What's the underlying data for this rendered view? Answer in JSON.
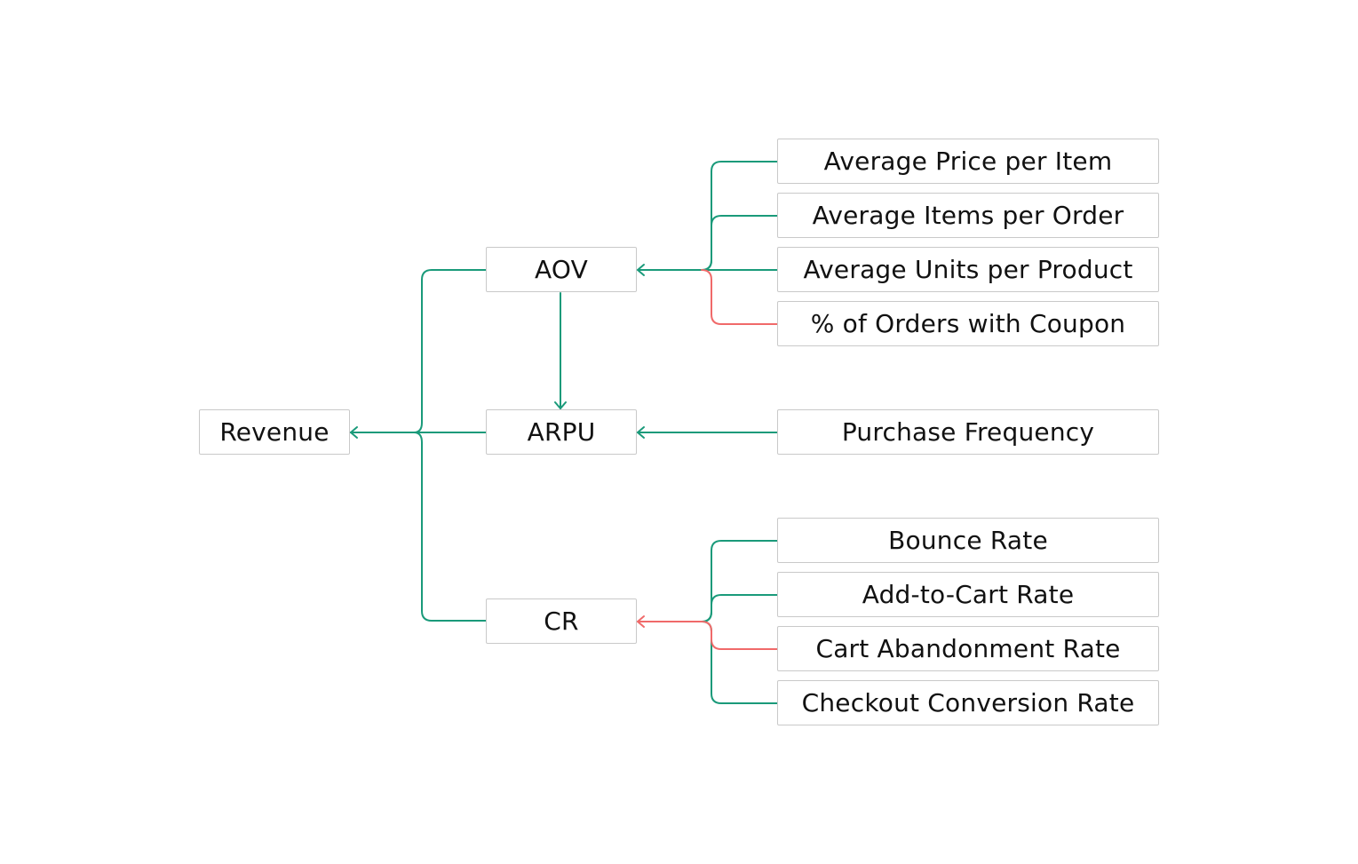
{
  "colors": {
    "positive": "#1a9a7a",
    "negative": "#f06a6a",
    "border": "#c9c9c9",
    "text": "#111111"
  },
  "nodes": {
    "revenue": "Revenue",
    "aov": "AOV",
    "arpu": "ARPU",
    "cr": "CR",
    "avg_price_per_item": "Average Price per Item",
    "avg_items_per_order": "Average Items per Order",
    "avg_units_per_product": "Average Units per Product",
    "pct_orders_with_coupon": "% of Orders with Coupon",
    "purchase_frequency": "Purchase Frequency",
    "bounce_rate": "Bounce Rate",
    "add_to_cart_rate": "Add-to-Cart Rate",
    "cart_abandonment_rate": "Cart Abandonment Rate",
    "checkout_conversion_rate": "Checkout Conversion Rate"
  },
  "edges": [
    {
      "from": "aov",
      "to": "revenue",
      "effect": "positive"
    },
    {
      "from": "arpu",
      "to": "revenue",
      "effect": "positive"
    },
    {
      "from": "cr",
      "to": "revenue",
      "effect": "positive"
    },
    {
      "from": "aov",
      "to": "arpu",
      "effect": "positive"
    },
    {
      "from": "avg_price_per_item",
      "to": "aov",
      "effect": "positive"
    },
    {
      "from": "avg_items_per_order",
      "to": "aov",
      "effect": "positive"
    },
    {
      "from": "avg_units_per_product",
      "to": "aov",
      "effect": "positive"
    },
    {
      "from": "pct_orders_with_coupon",
      "to": "aov",
      "effect": "negative"
    },
    {
      "from": "purchase_frequency",
      "to": "arpu",
      "effect": "positive"
    },
    {
      "from": "bounce_rate",
      "to": "cr",
      "effect": "positive"
    },
    {
      "from": "add_to_cart_rate",
      "to": "cr",
      "effect": "positive"
    },
    {
      "from": "cart_abandonment_rate",
      "to": "cr",
      "effect": "negative"
    },
    {
      "from": "checkout_conversion_rate",
      "to": "cr",
      "effect": "positive"
    }
  ]
}
